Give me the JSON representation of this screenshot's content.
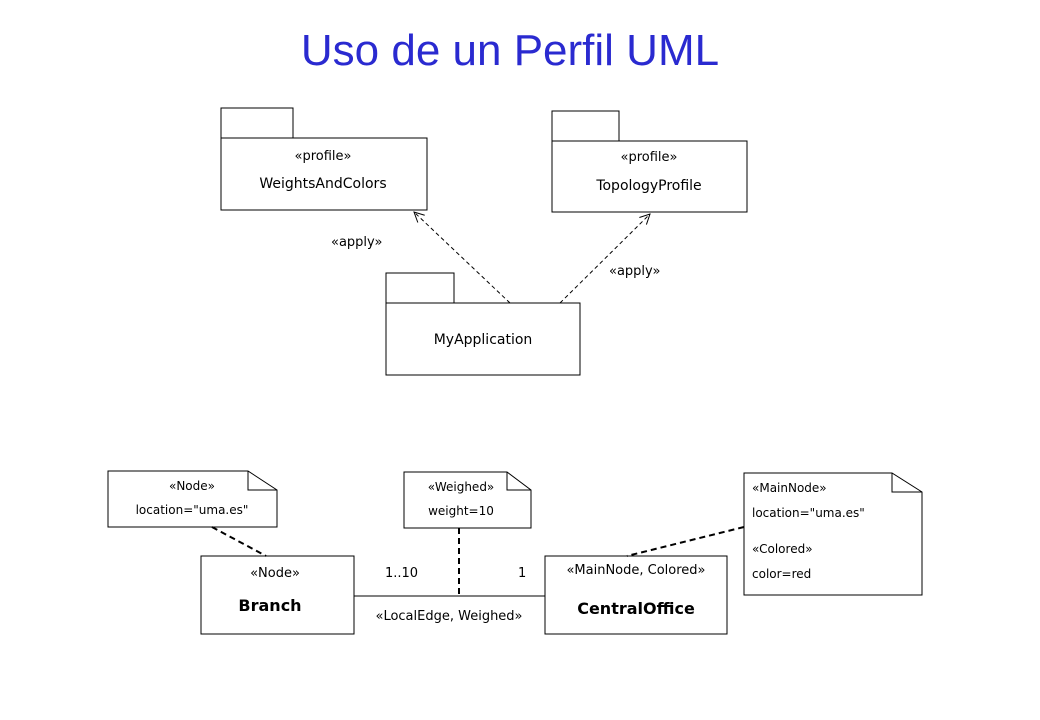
{
  "title": "Uso de un Perfil UML",
  "profiles": {
    "weights": {
      "stereotype": "«profile»",
      "name": "WeightsAndColors"
    },
    "topology": {
      "stereotype": "«profile»",
      "name": "TopologyProfile"
    }
  },
  "application": {
    "name": "MyApplication"
  },
  "apply_label": "«apply»",
  "notes": {
    "node": {
      "stereotype": "«Node»",
      "value": "location=\"uma.es\""
    },
    "weighed": {
      "stereotype": "«Weighed»",
      "value": "weight=10"
    },
    "main": {
      "stereotype1": "«MainNode»",
      "value1": "location=\"uma.es\"",
      "stereotype2": "«Colored»",
      "value2": "color=red"
    }
  },
  "classes": {
    "branch": {
      "stereotype": "«Node»",
      "name": "Branch"
    },
    "central": {
      "stereotype": "«MainNode, Colored»",
      "name": "CentralOffice"
    }
  },
  "association": {
    "label": "«LocalEdge, Weighed»",
    "mult_left": "1..10",
    "mult_right": "1"
  }
}
